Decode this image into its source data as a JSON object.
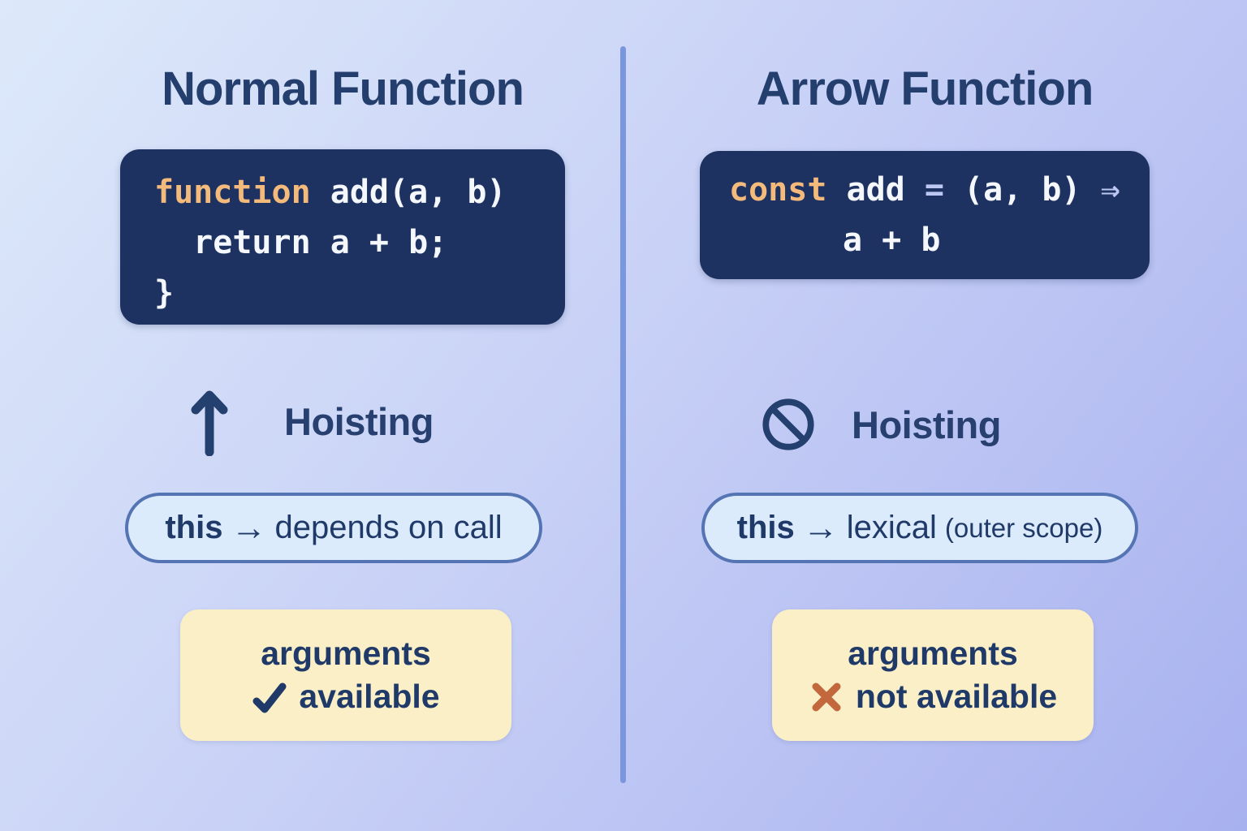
{
  "colors": {
    "background_top": "#dde9fa",
    "background_bottom": "#a8b1ef",
    "navy_text": "#243e6d",
    "code_background": "#1e3261",
    "code_keyword": "#f3ba7c",
    "code_text": "#f4f7fb",
    "code_accent": "#bcc8f1",
    "divider": "#7a96dc",
    "pill_background": "#dcebfb",
    "pill_border": "#5574b4",
    "note_background": "#fbefc8",
    "cross": "#c2683c"
  },
  "left_column": {
    "title": "Normal Function",
    "code": {
      "keyword": "function",
      "signature": " add(a, b)",
      "body_line": "  return a + b;",
      "closing_brace": "}"
    },
    "hoisting": {
      "icon": "arrow-up-icon",
      "label": "Hoisting"
    },
    "this_pill": {
      "keyword": "this",
      "arrow": "→",
      "description": "depends on call"
    },
    "arguments_note": {
      "title": "arguments",
      "icon": "check-icon",
      "status": "available"
    }
  },
  "right_column": {
    "title": "Arrow Function",
    "code": {
      "keyword": "const",
      "name": " add ",
      "equals": "= ",
      "params": "(a, b) ",
      "arrow_token": "⇒",
      "body_line": "a + b"
    },
    "hoisting": {
      "icon": "no-entry-icon",
      "label": "Hoisting"
    },
    "this_pill": {
      "keyword": "this",
      "arrow": "→",
      "description": "lexical",
      "parenthetical": "(outer scope)"
    },
    "arguments_note": {
      "title": "arguments",
      "icon": "cross-icon",
      "status": "not available"
    }
  }
}
